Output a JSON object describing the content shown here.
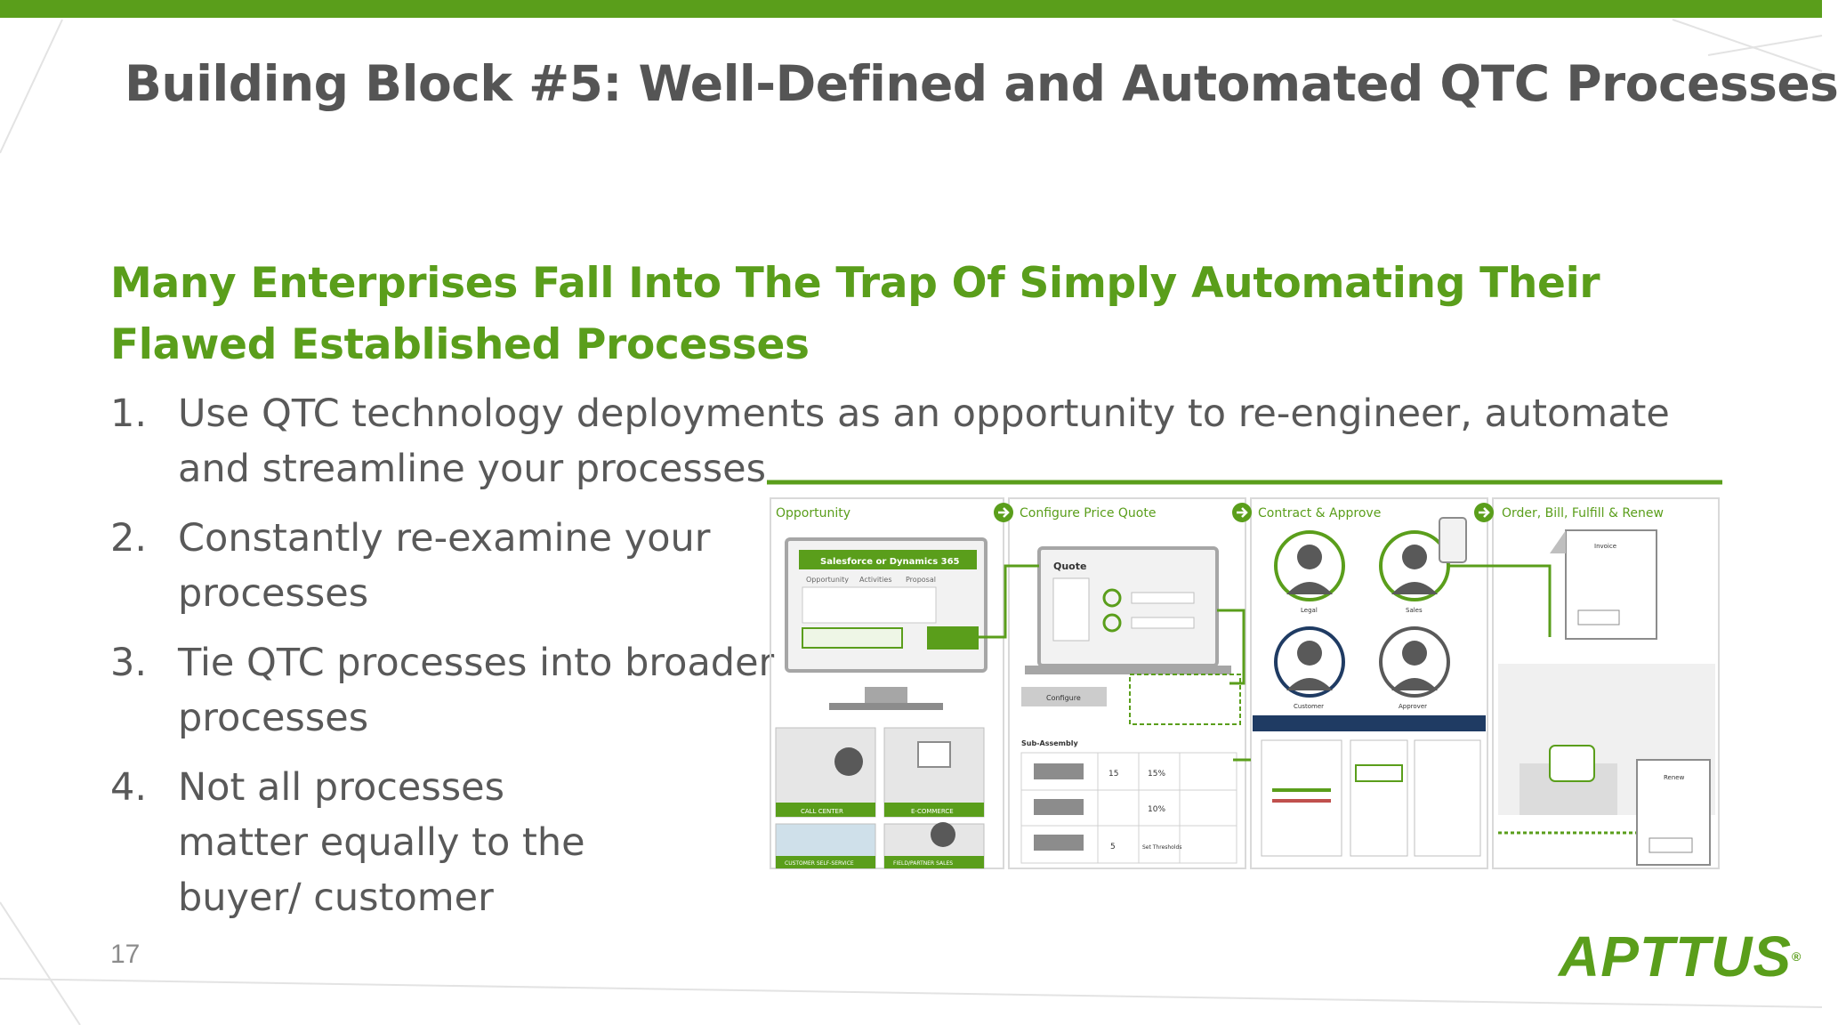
{
  "slide": {
    "title": "Building Block #5: Well-Defined and Automated QTC Processes",
    "subtitle": "Many Enterprises Fall Into The Trap Of Simply Automating Their Flawed Established Processes",
    "bullets": [
      {
        "num": "1.",
        "text": "Use QTC technology deployments as an opportunity to re-engineer, automate and streamline your processes"
      },
      {
        "num": "2.",
        "text": "Constantly re-examine your processes"
      },
      {
        "num": "3.",
        "text": "Tie QTC processes into broader processes"
      },
      {
        "num": "4.",
        "text": "Not all processes matter equally to the buyer/ customer"
      }
    ],
    "page_number": "17",
    "logo_text": "APTTUS",
    "logo_mark": "®"
  },
  "illustration": {
    "stages": [
      "Opportunity",
      "Configure Price Quote",
      "Contract & Approve",
      "Order, Bill, Fulfill & Renew"
    ],
    "crm_label": "Salesforce or Dynamics 365",
    "crm_tabs": [
      "Opportunity",
      "Activities",
      "Proposal"
    ],
    "quote_label": "Quote",
    "configure_label": "Configure",
    "subassembly_label": "Sub-Assembly",
    "channels": [
      "CALL CENTER",
      "E-COMMERCE",
      "CUSTOMER SELF-SERVICE",
      "FIELD/PARTNER SALES"
    ],
    "roles": [
      "Legal",
      "Sales",
      "Customer",
      "Approver"
    ],
    "doc_labels": [
      "Invoice",
      "Renew"
    ],
    "table_values": [
      "10%",
      "15%",
      "5",
      "15",
      "Set Thresholds"
    ]
  },
  "colors": {
    "accent": "#5a9e1b",
    "title": "#555555",
    "body": "#595959",
    "navy": "#1f3b63"
  }
}
